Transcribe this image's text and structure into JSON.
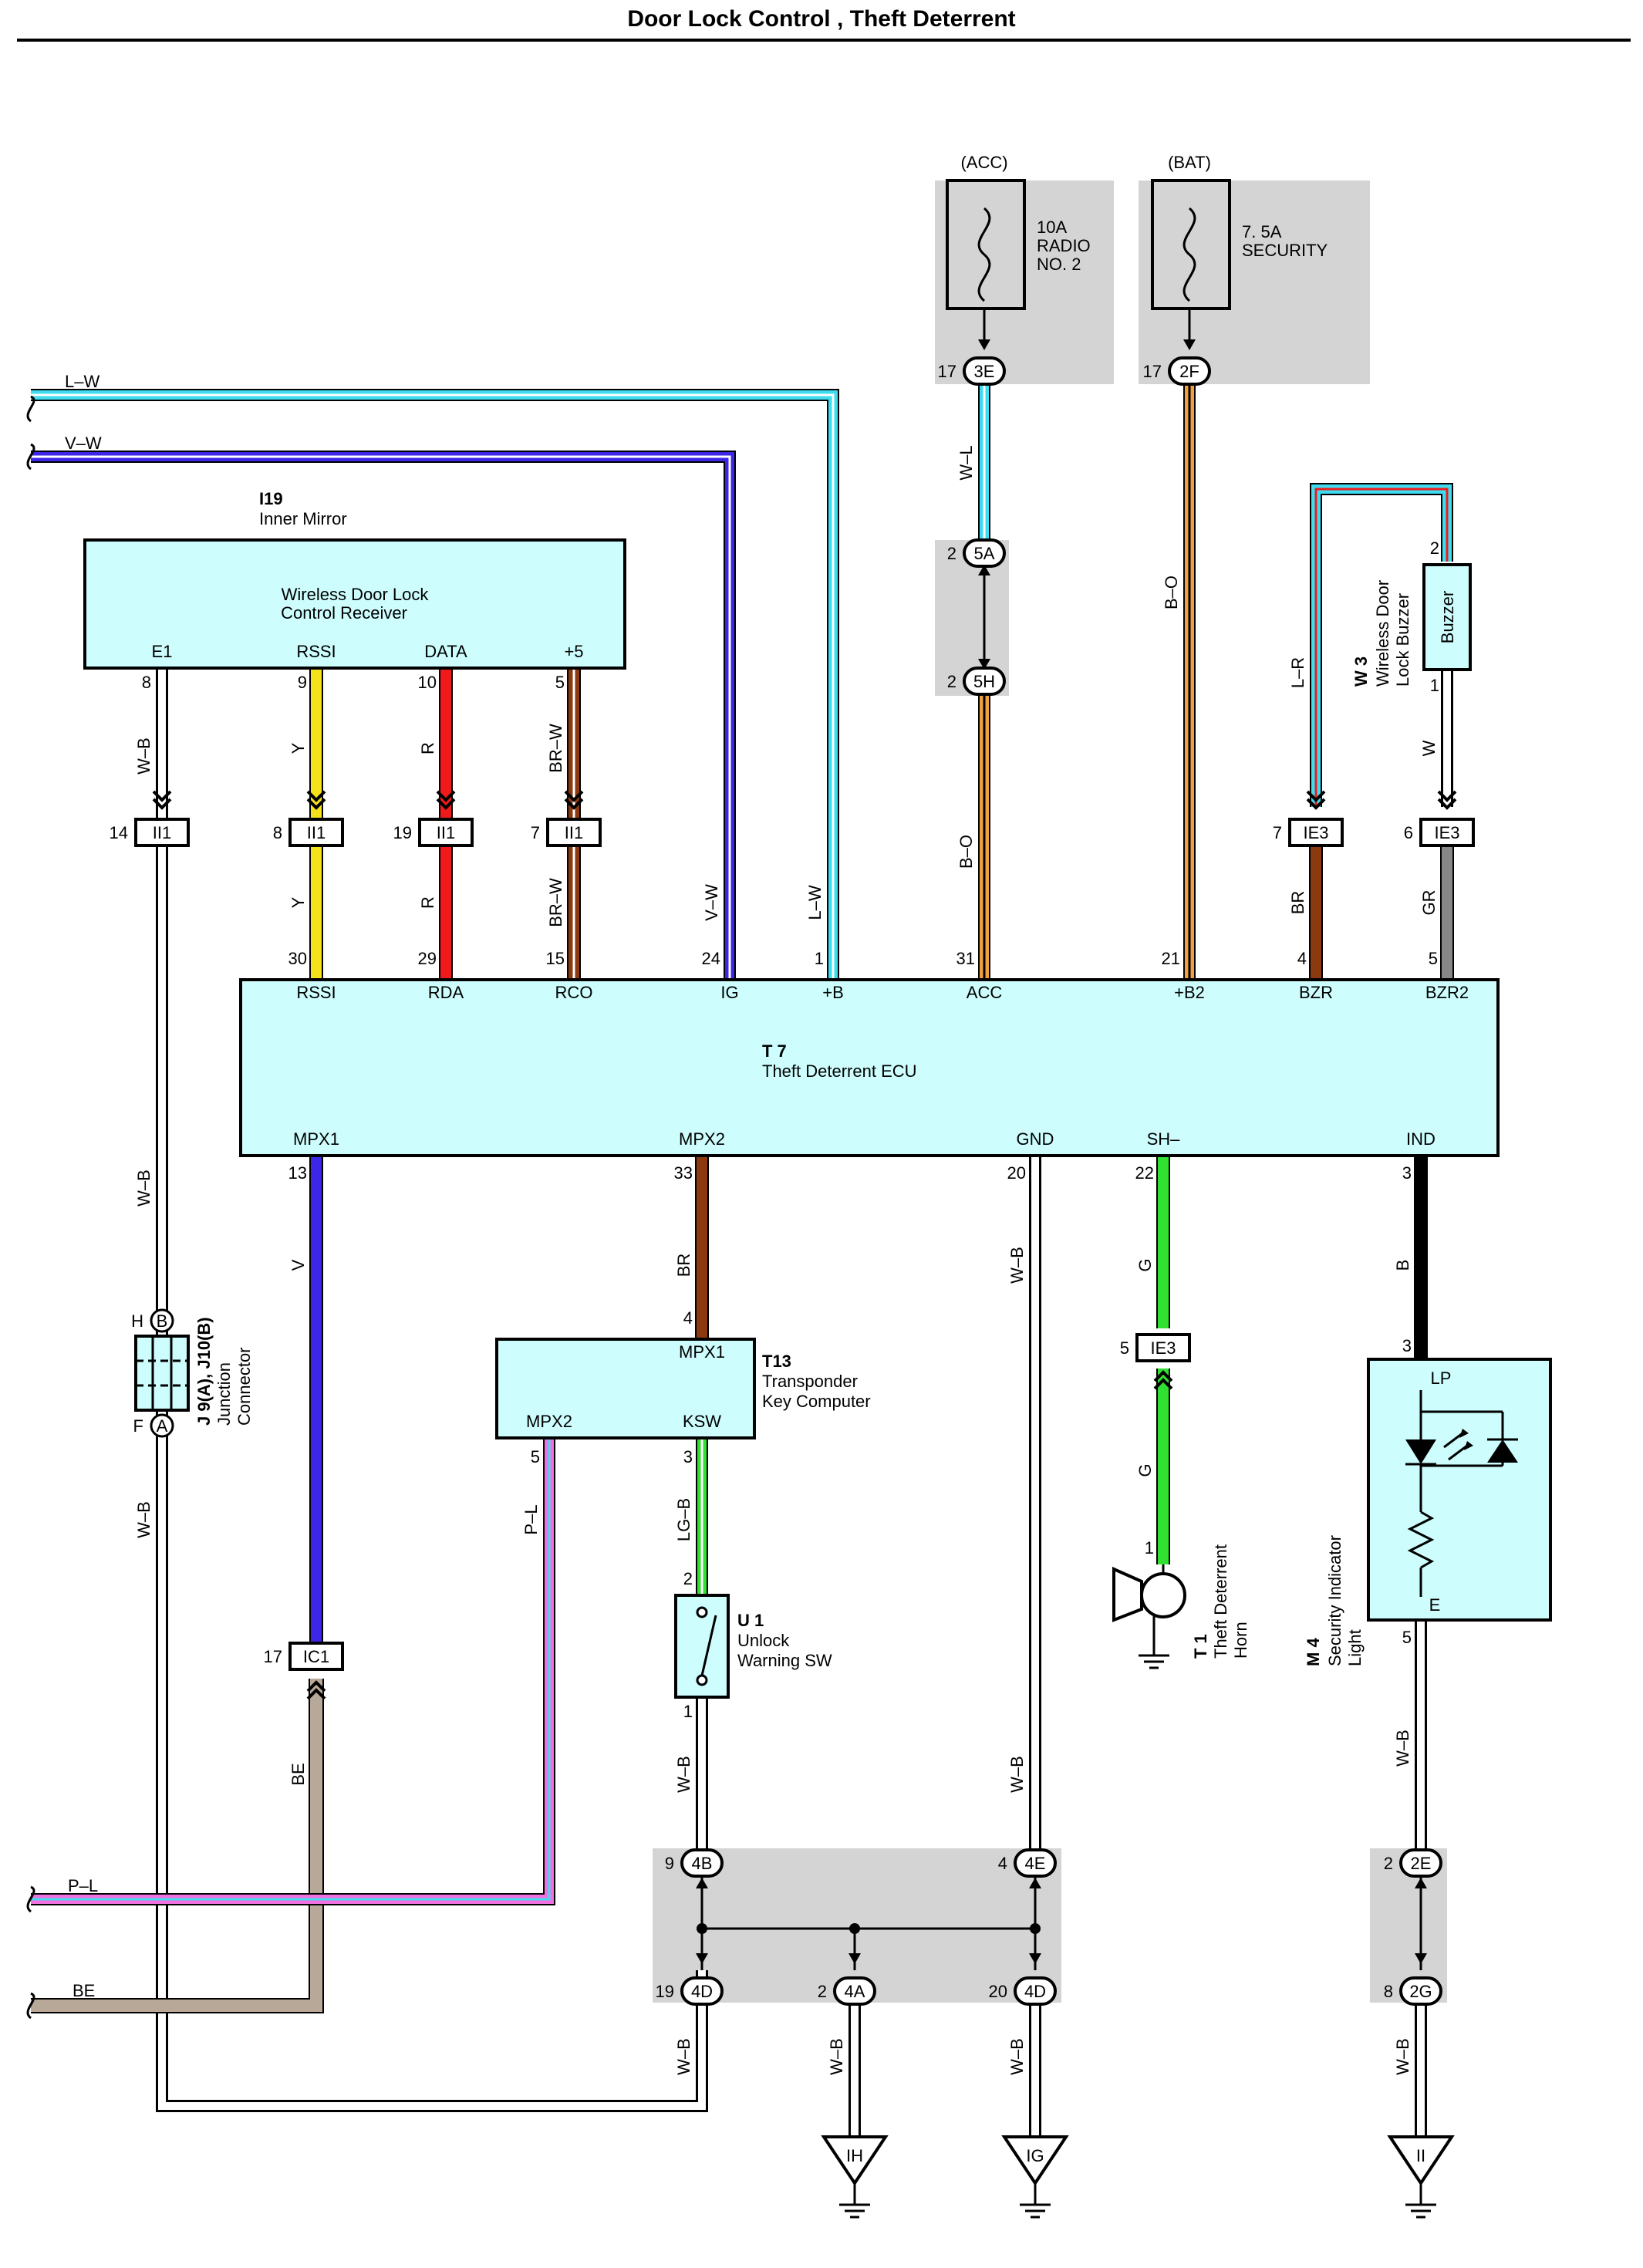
{
  "title": "Door Lock Control , Theft Deterrent",
  "colors": {
    "module_fill": "#cdfdfd",
    "junction_box_fill": "#d4d4d4",
    "wire_L": "#3fdcf0",
    "wire_V": "#3e26e8",
    "wire_Y": "#f5e21a",
    "wire_R": "#f01a1a",
    "wire_BR": "#8b3a10",
    "wire_W_stripe": "#ffffff",
    "wire_B": "#000000",
    "wire_G": "#31e031",
    "wire_GR": "#888888",
    "wire_P": "#f070e0",
    "wire_BE": "#b8a898",
    "wire_O": "#f0a040"
  },
  "components": {
    "fuse_acc": {
      "source": "(ACC)",
      "rating": "10A",
      "line2": "RADIO",
      "line3": "NO. 2"
    },
    "fuse_bat": {
      "source": "(BAT)",
      "rating": "7. 5A",
      "line2": "SECURITY"
    },
    "i19": {
      "id": "I19",
      "name": "Inner Mirror",
      "body1": "Wireless Door Lock",
      "body2": "Control Receiver",
      "pins": {
        "e1": "E1",
        "rssi": "RSSI",
        "data": "DATA",
        "p5": "+5"
      }
    },
    "t7": {
      "id": "T 7",
      "name": "Theft Deterrent ECU",
      "top_pins": {
        "rssi": "RSSI",
        "rda": "RDA",
        "rco": "RCO",
        "ig": "IG",
        "b": "+B",
        "acc": "ACC",
        "b2": "+B2",
        "bzr": "BZR",
        "bzr2": "BZR2"
      },
      "bottom_pins": {
        "mpx1": "MPX1",
        "mpx2": "MPX2",
        "gnd": "GND",
        "sh": "SH–",
        "ind": "IND"
      }
    },
    "t13": {
      "id": "T13",
      "name1": "Transponder",
      "name2": "Key Computer",
      "pin_mpx1": "MPX1",
      "pin_mpx2": "MPX2",
      "pin_ksw": "KSW"
    },
    "u1": {
      "id": "U 1",
      "name1": "Unlock",
      "name2": "Warning SW"
    },
    "w3": {
      "id": "W 3",
      "name1": "Wireless Door",
      "name2": "Lock Buzzer",
      "body": "Buzzer"
    },
    "t1": {
      "id": "T 1",
      "name1": "Theft Deterrent",
      "name2": "Horn"
    },
    "m4": {
      "id": "M 4",
      "name1": "Security Indicator",
      "name2": "Light",
      "pin_lp": "LP",
      "pin_e": "E"
    },
    "j9": {
      "id": "J 9(A), J10(B)",
      "name1": "Junction",
      "name2": "Connector",
      "pin_h": "H",
      "pin_b": "B",
      "pin_f": "F",
      "pin_a": "A"
    }
  },
  "wire_labels": {
    "lw": "L–W",
    "vw": "V–W",
    "wb": "W–B",
    "y": "Y",
    "r": "R",
    "brw": "BR–W",
    "wl": "W–L",
    "bo": "B–O",
    "lr": "L–R",
    "w": "W",
    "br": "BR",
    "gr": "GR",
    "v": "V",
    "g": "G",
    "b": "B",
    "pl": "P–L",
    "be": "BE",
    "lgb": "LG–B"
  },
  "connectors": {
    "ii1": "II1",
    "ie3": "IE3",
    "ic1": "IC1",
    "c3e": "3E",
    "c2f": "2F",
    "c5a": "5A",
    "c5h": "5H",
    "c4b": "4B",
    "c4e": "4E",
    "c4d": "4D",
    "c4a": "4A",
    "c2e": "2E",
    "c2g": "2G"
  },
  "grounds": {
    "ih": "IH",
    "ig": "IG",
    "ii": "II"
  },
  "pin_numbers": {
    "n1": "1",
    "n2": "2",
    "n3": "3",
    "n4": "4",
    "n5": "5",
    "n6": "6",
    "n7": "7",
    "n8": "8",
    "n9": "9",
    "n10": "10",
    "n13": "13",
    "n14": "14",
    "n15": "15",
    "n17": "17",
    "n19": "19",
    "n20": "20",
    "n21": "21",
    "n22": "22",
    "n24": "24",
    "n29": "29",
    "n30": "30",
    "n31": "31",
    "n33": "33"
  }
}
